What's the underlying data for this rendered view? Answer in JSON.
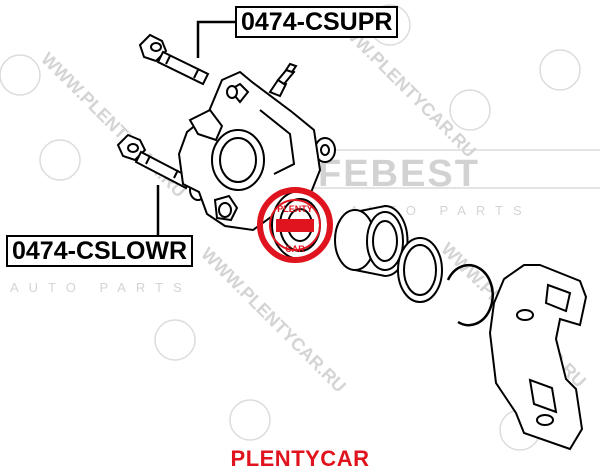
{
  "labels": {
    "upper_pin": "0474-CSUPR",
    "lower_pin": "0474-CSLOWR"
  },
  "watermark": {
    "brand": "FEBEST",
    "tagline": "AUTO PARTS",
    "url": "WWW.PLENTYCAR.RU"
  },
  "stamp": {
    "top": "PLENTY",
    "bottom": "CAR"
  },
  "footer": {
    "brand": "PLENTYCAR"
  },
  "colors": {
    "accent_red": "#e0141e",
    "line": "#000000",
    "watermark": "#cfcfcf"
  }
}
